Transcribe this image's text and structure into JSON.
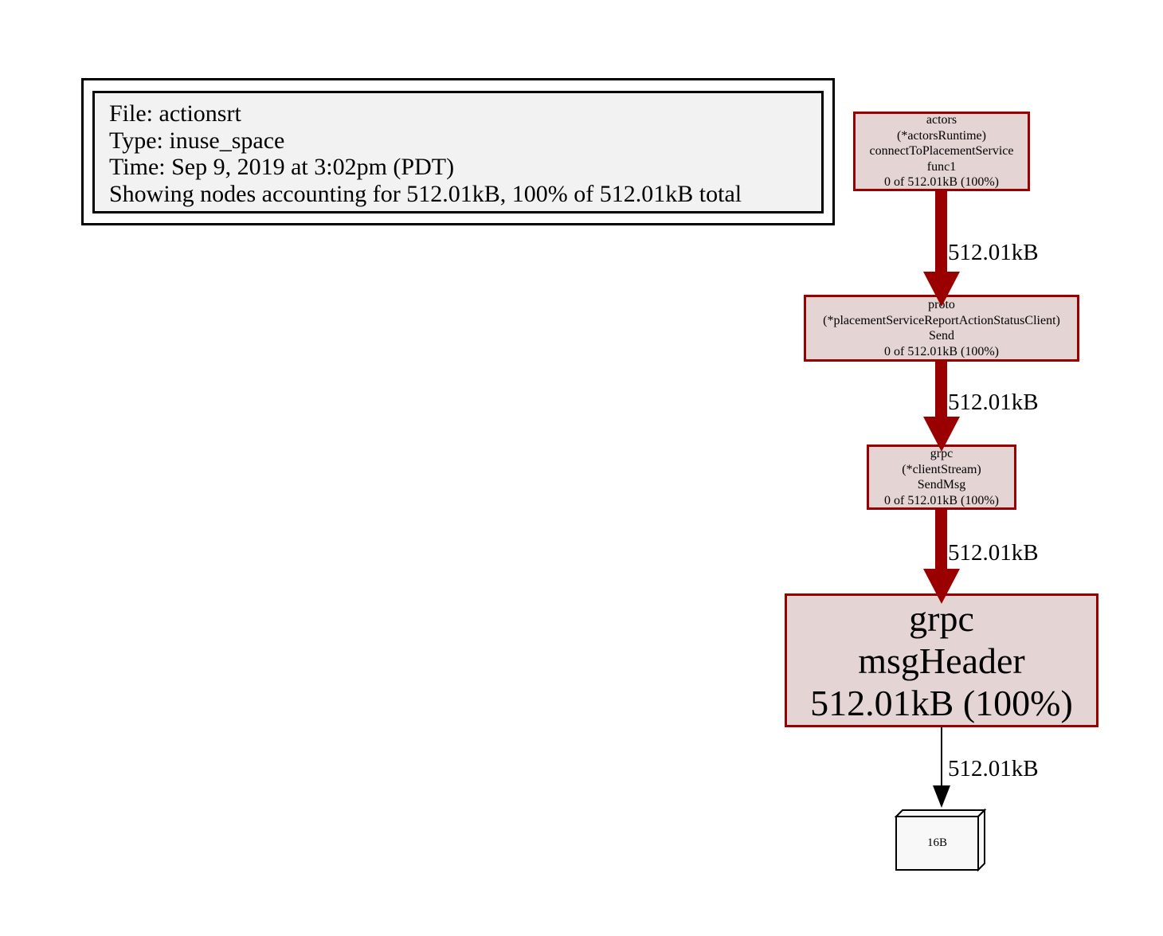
{
  "legend": {
    "file": "File: actionsrt",
    "type": "Type: inuse_space",
    "time": "Time: Sep 9, 2019 at 3:02pm (PDT)",
    "summary": "Showing nodes accounting for 512.01kB, 100% of 512.01kB total"
  },
  "colors": {
    "node_fill": "#e5d4d4",
    "node_border": "#9b0000",
    "edge_thick": "#9b0000",
    "edge_thin": "#000000",
    "legend_fill": "#f2f2f2",
    "leaf_fill": "#f8f8f8"
  },
  "nodes": {
    "actors": {
      "lines": [
        "actors",
        "(*actorsRuntime)",
        "connectToPlacementService",
        "func1",
        "0 of 512.01kB (100%)"
      ]
    },
    "proto": {
      "lines": [
        "proto",
        "(*placementServiceReportActionStatusClient)",
        "Send",
        "0 of 512.01kB (100%)"
      ]
    },
    "grpc_stream": {
      "lines": [
        "grpc",
        "(*clientStream)",
        "SendMsg",
        "0 of 512.01kB (100%)"
      ]
    },
    "grpc_msgheader": {
      "lines": [
        "grpc",
        "msgHeader",
        "512.01kB (100%)"
      ]
    },
    "leaf": {
      "label": "16B"
    }
  },
  "edges": {
    "e1": {
      "label": "512.01kB"
    },
    "e2": {
      "label": "512.01kB"
    },
    "e3": {
      "label": "512.01kB"
    },
    "e4": {
      "label": "512.01kB"
    }
  }
}
